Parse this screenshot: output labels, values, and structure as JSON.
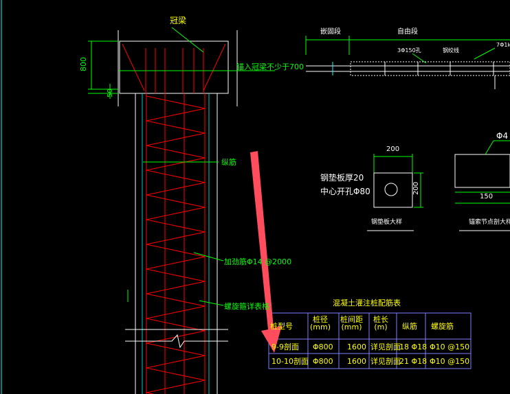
{
  "pile_top": {
    "cap_label": "冠梁",
    "anchor_note": "锚入冠梁不少于700",
    "dim_800": "800",
    "dim_50": "50",
    "longitudinal_label": "纵筋",
    "stiffener_label": "加劲筋Φ14 @2000",
    "spiral_label": "螺旋箍详表格"
  },
  "embed_section": {
    "embed_label": "嵌固段",
    "free_label": "自由段",
    "note_a": "3Φ150孔",
    "note_b": "钢绞线",
    "note_c": "7Φ1k"
  },
  "plate_detail": {
    "dim_width": "200",
    "dim_height": "200",
    "plate_label": "钢垫板厚20",
    "hole_label": "中心开孔Φ80",
    "caption": "钢垫板大样"
  },
  "anchor_detail": {
    "phi_label": "Φ4",
    "dim": "150",
    "caption": "锚索节点剖大样"
  },
  "schedule": {
    "title": "混凝土灌注桩配筋表",
    "headers": [
      "桩型号",
      "桩径\n(mm)",
      "桩间距\n(mm)",
      "桩长\n(m)",
      "纵筋",
      "螺旋筋"
    ],
    "rows": [
      [
        "9-9剖面",
        "Φ800",
        "1600",
        "详见剖面",
        "18 Φ18",
        "Φ10 @150"
      ],
      [
        "10-10剖面",
        "Φ800",
        "1600",
        "详见剖面",
        "21 Φ18",
        "Φ10 @150"
      ]
    ]
  },
  "colors": {
    "background": "#000000",
    "rebar": "#ff0000",
    "outline": "#ffffff",
    "dimension": "#00ff00",
    "text": "#ffff00",
    "table_border": "#8080ff",
    "arrow": "#ff4d5e"
  }
}
